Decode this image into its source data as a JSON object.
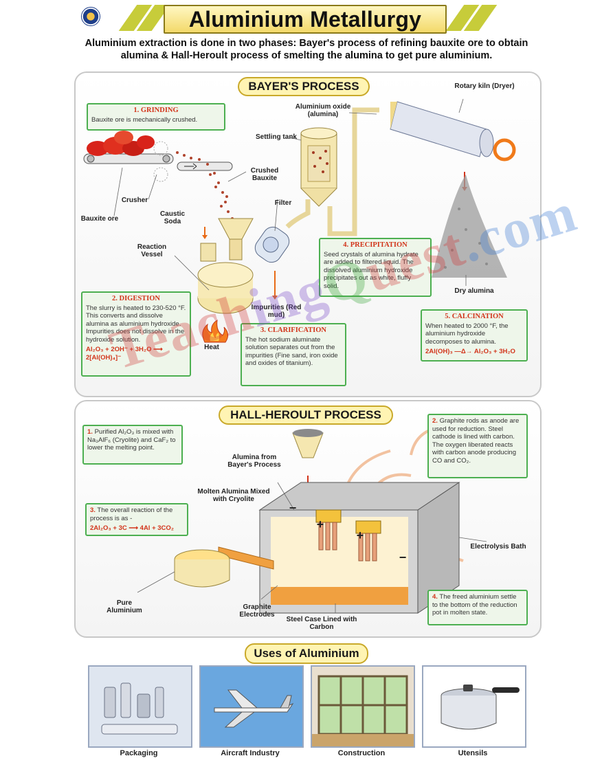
{
  "title": "Aluminium Metallurgy",
  "intro": "Aluminium extraction is done in two phases: Bayer's process of refining bauxite ore to obtain alumina & Hall-Heroult process of smelting the alumina to get pure aluminium.",
  "watermark": "TeachingQuest.com",
  "bayer": {
    "heading": "BAYER'S PROCESS",
    "steps": [
      {
        "title": "1. GRINDING",
        "text": "Bauxite ore is mechanically crushed."
      },
      {
        "title": "2. DIGESTION",
        "text": "The slurry is heated to 230-520 °F. This converts and dissolve alumina as aluminium hydroxide. Impurities does not dissolve in the hydroxide solution.",
        "equation": "Al₂O₃ + 2OH⁻ + 3H₂O ⟶ 2[Al(OH)₄]⁻"
      },
      {
        "title": "3. CLARIFICATION",
        "text": "The hot sodium aluminate solution separates out from the impurities (Fine sand, iron oxide and oxides of titanium)."
      },
      {
        "title": "4. PRECIPITATION",
        "text": "Seed crystals of alumina hydrate are added to filtered liquid. The dissolved aluminium hydroxide precipitates out as white, fluffy solid."
      },
      {
        "title": "5. CALCINATION",
        "text": "When heated to 2000 °F, the aluminium hydroxide decomposes to alumina.",
        "equation": "2Al(OH)₃ —Δ→ Al₂O₃ + 3H₂O"
      }
    ],
    "labels": {
      "bauxite_ore": "Bauxite ore",
      "crusher": "Crusher",
      "crushed_bauxite": "Crushed Bauxite",
      "caustic_soda": "Caustic Soda",
      "reaction_vessel": "Reaction Vessel",
      "filter": "Filter",
      "impurities": "Impurities (Red mud)",
      "heat": "Heat",
      "settling_tank": "Settling tank",
      "aluminium_oxide": "Aluminium oxide (alumina)",
      "rotary_kiln": "Rotary kiln (Dryer)",
      "dry_alumina": "Dry alumina"
    }
  },
  "hall": {
    "heading": "HALL-HEROULT PROCESS",
    "steps": [
      {
        "num": "1.",
        "text": "Purified Al₂O₃ is mixed with Na₃AlF₆ (Cryolite) and CaF₂ to lower the melting point."
      },
      {
        "num": "2.",
        "text": "Graphite rods as anode are used for reduction. Steel cathode is lined with carbon. The oxygen liberated reacts with carbon anode producing CO and CO₂."
      },
      {
        "num": "3.",
        "text": "The overall reaction of the process is as -",
        "equation": "2Al₂O₃ + 3C ⟶ 4Al + 3CO₂"
      },
      {
        "num": "4.",
        "text": "The freed aluminium settle to the bottom of the reduction pot in molten state."
      }
    ],
    "labels": {
      "alumina_from": "Alumina from Bayer's Process",
      "molten": "Molten Alumina Mixed with Cryolite",
      "electrolysis": "Electrolysis Bath",
      "pure_al": "Pure Aluminium",
      "graphite": "Graphite Electrodes",
      "steel_case": "Steel Case Lined with Carbon",
      "plus": "+",
      "minus": "−"
    }
  },
  "uses": {
    "heading": "Uses of Aluminium",
    "items": [
      {
        "label": "Packaging"
      },
      {
        "label": "Aircraft Industry"
      },
      {
        "label": "Construction"
      },
      {
        "label": "Utensils"
      }
    ]
  },
  "colors": {
    "accent_red": "#d2341a",
    "box_green": "#4caf50",
    "title_yellow": "#f3d96a"
  }
}
